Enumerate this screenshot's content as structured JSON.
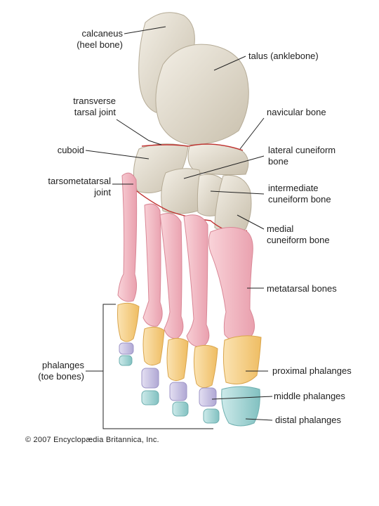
{
  "labels": {
    "calcaneus": [
      "calcaneus",
      "(heel bone)"
    ],
    "talus": "talus (anklebone)",
    "transverse_tarsal_joint": [
      "transverse",
      "tarsal joint"
    ],
    "navicular": "navicular bone",
    "cuboid": "cuboid",
    "lateral_cuneiform": [
      "lateral cuneiform",
      "bone"
    ],
    "tarsometatarsal_joint": [
      "tarsometatarsal",
      "joint"
    ],
    "intermediate_cuneiform": [
      "intermediate",
      "cuneiform bone"
    ],
    "medial_cuneiform": [
      "medial",
      "cuneiform bone"
    ],
    "metatarsal": "metatarsal bones",
    "phalanges": [
      "phalanges",
      "(toe bones)"
    ],
    "proximal": "proximal phalanges",
    "middle": "middle phalanges",
    "distal": "distal phalanges"
  },
  "copyright": "© 2007 Encyclopædia Britannica, Inc.",
  "colors": {
    "tarsal_bone": "#ddd6c6",
    "tarsal_shadow": "#b9b09c",
    "metatarsal": "#f4b8c2",
    "metatarsal_shadow": "#e48f9f",
    "proximal": "#f5cf86",
    "middle": "#c7c0e0",
    "distal": "#9fd2d2",
    "joint_line": "#c0302f",
    "leader_line": "#222222"
  }
}
